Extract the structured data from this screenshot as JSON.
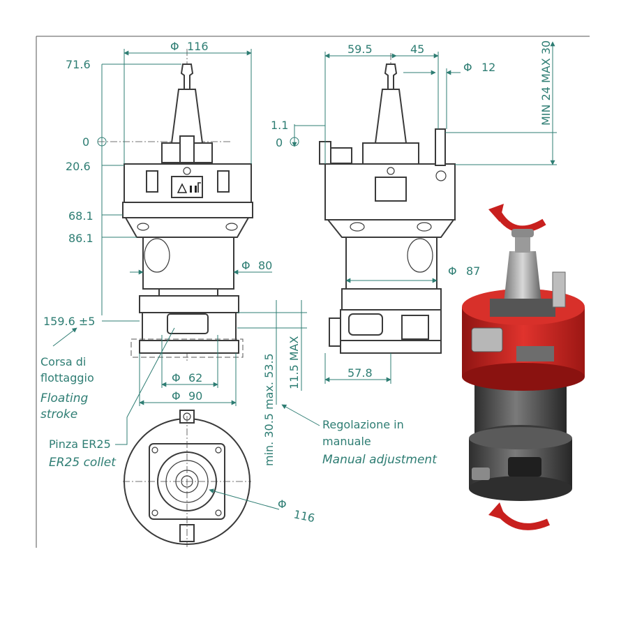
{
  "dimensions": {
    "dia_116_top": "116",
    "dia_116_bottom": "116",
    "dia_80": "80",
    "dia_87": "87",
    "dia_62": "62",
    "dia_90": "90",
    "dia_12": "12",
    "dia_symbol": "Φ",
    "v_71_6": "71.6",
    "v_0_left": "0",
    "v_20_6": "20.6",
    "v_68_1": "68.1",
    "v_86_1": "86.1",
    "v_159_6": "159.6 ±5",
    "v_1_1": "1.1",
    "v_0_right": "0",
    "h_59_5": "59.5",
    "h_45": "45",
    "h_57_8": "57.8",
    "min24max30": "MIN 24 MAX 30",
    "max11_5": "11.5 MAX",
    "min30_5max53_5": "min. 30.5 max. 53.5"
  },
  "labels": {
    "floating_it_1": "Corsa di",
    "floating_it_2": "flottaggio",
    "floating_en_1": "Floating",
    "floating_en_2": "stroke",
    "collet_it": "Pinza ER25",
    "collet_en": "ER25 collet",
    "manual_it_1": "Regolazione in",
    "manual_it_2": "manuale",
    "manual_en": "Manual adjustment"
  },
  "colors": {
    "dimension": "#2e7d73",
    "outline": "#3a3a3a",
    "housing_red": "#c8201e",
    "metal_dark": "#4a4a4a"
  },
  "icons": [
    "warning-triangle-icon",
    "unlock-icon",
    "rotation-arrow-icon"
  ]
}
